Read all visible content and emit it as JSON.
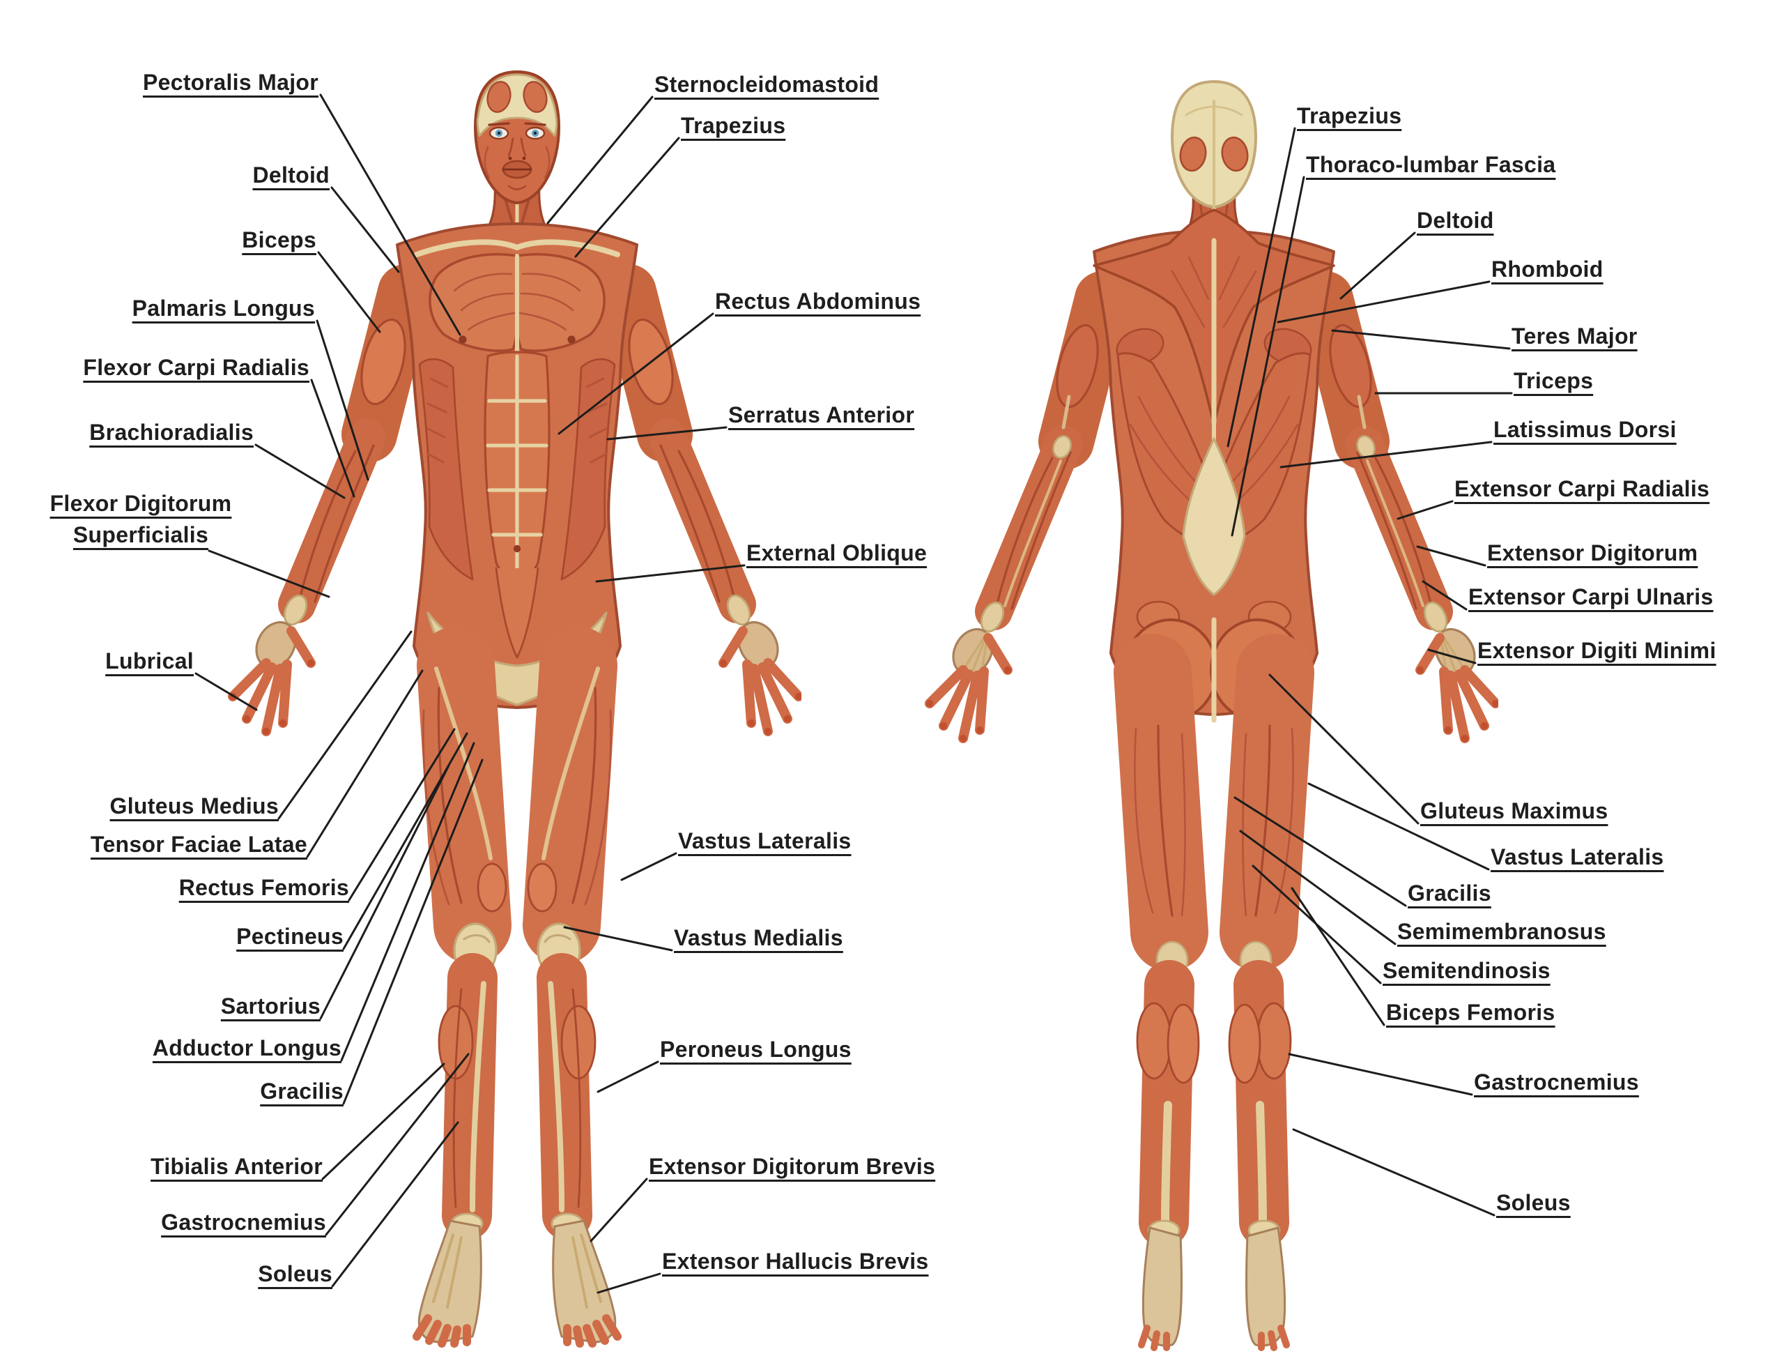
{
  "palette": {
    "background": "#ffffff",
    "muscle_base": "#d0704b",
    "muscle_shadow": "#a8492e",
    "muscle_highlight": "#d97a50",
    "tendon_cream": "#e9d9ae",
    "label_text": "#1e1e1e",
    "leader_line": "#1d1d1b"
  },
  "anterior_labels": [
    {
      "id": "pectoralis-major",
      "text": "Pectoralis Major"
    },
    {
      "id": "deltoid",
      "text": "Deltoid"
    },
    {
      "id": "biceps",
      "text": "Biceps"
    },
    {
      "id": "palmaris-longus",
      "text": "Palmaris Longus"
    },
    {
      "id": "flexor-carpi-radialis",
      "text": "Flexor Carpi Radialis"
    },
    {
      "id": "brachioradialis",
      "text": "Brachioradialis"
    },
    {
      "id": "flexor-digitorum-superficialis",
      "text": "Flexor Digitorum Superficialis"
    },
    {
      "id": "lubrical",
      "text": "Lubrical"
    },
    {
      "id": "gluteus-medius",
      "text": "Gluteus Medius"
    },
    {
      "id": "tensor-faciae-latae",
      "text": "Tensor Faciae Latae"
    },
    {
      "id": "rectus-femoris",
      "text": "Rectus Femoris"
    },
    {
      "id": "pectineus",
      "text": "Pectineus"
    },
    {
      "id": "sartorius",
      "text": "Sartorius"
    },
    {
      "id": "adductor-longus",
      "text": "Adductor Longus"
    },
    {
      "id": "gracilis",
      "text": "Gracilis"
    },
    {
      "id": "tibialis-anterior",
      "text": "Tibialis Anterior"
    },
    {
      "id": "gastrocnemius",
      "text": "Gastrocnemius"
    },
    {
      "id": "soleus",
      "text": "Soleus"
    },
    {
      "id": "sternocleidomastoid",
      "text": "Sternocleidomastoid"
    },
    {
      "id": "trapezius",
      "text": "Trapezius"
    },
    {
      "id": "rectus-abdominus",
      "text": "Rectus Abdominus"
    },
    {
      "id": "serratus-anterior",
      "text": "Serratus Anterior"
    },
    {
      "id": "external-oblique",
      "text": "External Oblique"
    },
    {
      "id": "vastus-lateralis",
      "text": "Vastus Lateralis"
    },
    {
      "id": "vastus-medialis",
      "text": "Vastus Medialis"
    },
    {
      "id": "peroneus-longus",
      "text": "Peroneus Longus"
    },
    {
      "id": "extensor-digitorum-brevis",
      "text": "Extensor Digitorum Brevis"
    },
    {
      "id": "extensor-hallucis-brevis",
      "text": "Extensor Hallucis Brevis"
    }
  ],
  "posterior_labels": [
    {
      "id": "trapezius",
      "text": "Trapezius"
    },
    {
      "id": "thoraco-lumbar-fascia",
      "text": "Thoraco-lumbar Fascia"
    },
    {
      "id": "deltoid",
      "text": "Deltoid"
    },
    {
      "id": "rhomboid",
      "text": "Rhomboid"
    },
    {
      "id": "teres-major",
      "text": "Teres Major"
    },
    {
      "id": "triceps",
      "text": "Triceps"
    },
    {
      "id": "latissimus-dorsi",
      "text": "Latissimus Dorsi"
    },
    {
      "id": "extensor-carpi-radialis",
      "text": "Extensor Carpi Radialis"
    },
    {
      "id": "extensor-digitorum",
      "text": "Extensor Digitorum"
    },
    {
      "id": "extensor-carpi-ulnaris",
      "text": "Extensor Carpi Ulnaris"
    },
    {
      "id": "extensor-digiti-minimi",
      "text": "Extensor Digiti Minimi"
    },
    {
      "id": "gluteus-maximus",
      "text": "Gluteus Maximus"
    },
    {
      "id": "vastus-lateralis",
      "text": "Vastus Lateralis"
    },
    {
      "id": "gracilis",
      "text": "Gracilis"
    },
    {
      "id": "semimembranosus",
      "text": "Semimembranosus"
    },
    {
      "id": "semitendinosis",
      "text": "Semitendinosis"
    },
    {
      "id": "biceps-femoris",
      "text": "Biceps Femoris"
    },
    {
      "id": "gastrocnemius",
      "text": "Gastrocnemius"
    },
    {
      "id": "soleus",
      "text": "Soleus"
    }
  ]
}
